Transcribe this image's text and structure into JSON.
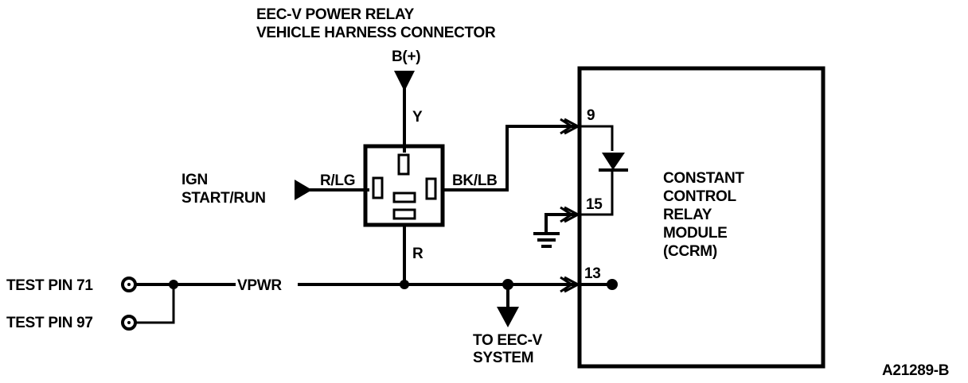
{
  "figure_id": "A21289-B",
  "relay_connector": {
    "title_line1": "EEC-V POWER RELAY",
    "title_line2": "VEHICLE HARNESS CONNECTOR",
    "supply_label": "B(+)",
    "wires": {
      "top": "Y",
      "left": "R/LG",
      "right": "BK/LB",
      "bottom": "R"
    }
  },
  "ignition": {
    "line1": "IGN",
    "line2": "START/RUN"
  },
  "test_pins": [
    {
      "label": "TEST PIN 71"
    },
    {
      "label": "TEST PIN 97"
    }
  ],
  "vpwr_label": "VPWR",
  "eec_system": {
    "line1": "TO EEC-V",
    "line2": "SYSTEM"
  },
  "ccrm": {
    "line1": "CONSTANT",
    "line2": "CONTROL",
    "line3": "RELAY",
    "line4": "MODULE",
    "line5": "(CCRM)",
    "pins": {
      "pin_a": "9",
      "pin_b": "15",
      "pin_c": "13"
    }
  }
}
